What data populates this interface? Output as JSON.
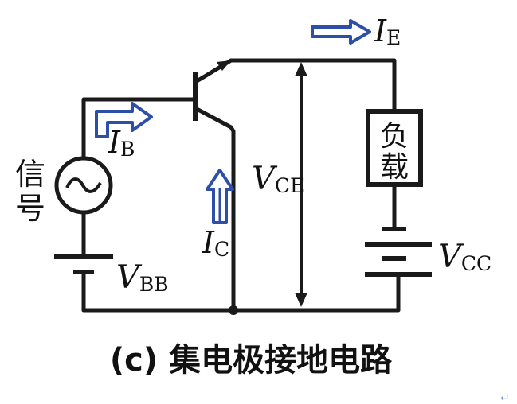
{
  "labels": {
    "ie_main": "I",
    "ie_sub": "E",
    "ib_main": "I",
    "ib_sub": "B",
    "ic_main": "I",
    "ic_sub": "C",
    "vce_main": "V",
    "vce_sub": "CE",
    "vbb_main": "V",
    "vbb_sub": "BB",
    "vcc_main": "V",
    "vcc_sub": "CC",
    "load_line1": "负",
    "load_line2": "载",
    "signal_line1": "信",
    "signal_line2": "号",
    "caption": "(c) 集电极接地电路",
    "corner_mark": "↵"
  },
  "colors": {
    "wire": "#1a1a1a",
    "current_arrow": "#2d4fa8"
  }
}
